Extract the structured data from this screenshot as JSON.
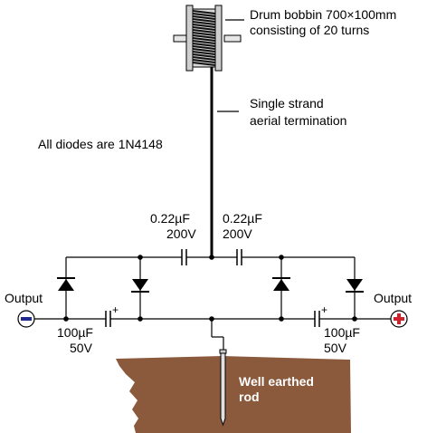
{
  "labels": {
    "bobbin_line1": "Drum bobbin 700×100mm",
    "bobbin_line2": "consisting of 20 turns",
    "aerial_line1": "Single strand",
    "aerial_line2": "aerial termination",
    "diodes_note": "All diodes are 1N4148",
    "cap_left_value": "0.22µF",
    "cap_left_voltage": "200V",
    "cap_right_value": "0.22µF",
    "cap_right_voltage": "200V",
    "out_left": "Output",
    "out_right": "Output",
    "cap_bl_value": "100µF",
    "cap_bl_voltage": "50V",
    "cap_br_value": "100µF",
    "cap_br_voltage": "50V",
    "plus_left": "+",
    "plus_right": "+",
    "rod_line1": "Well earthed",
    "rod_line2": "rod"
  },
  "colors": {
    "earth": "#8b5a3c",
    "negative": "#1f2a8c",
    "positive": "#d0202a"
  },
  "icons": {
    "negative_terminal": "minus-circle-icon",
    "positive_terminal": "plus-circle-icon"
  }
}
